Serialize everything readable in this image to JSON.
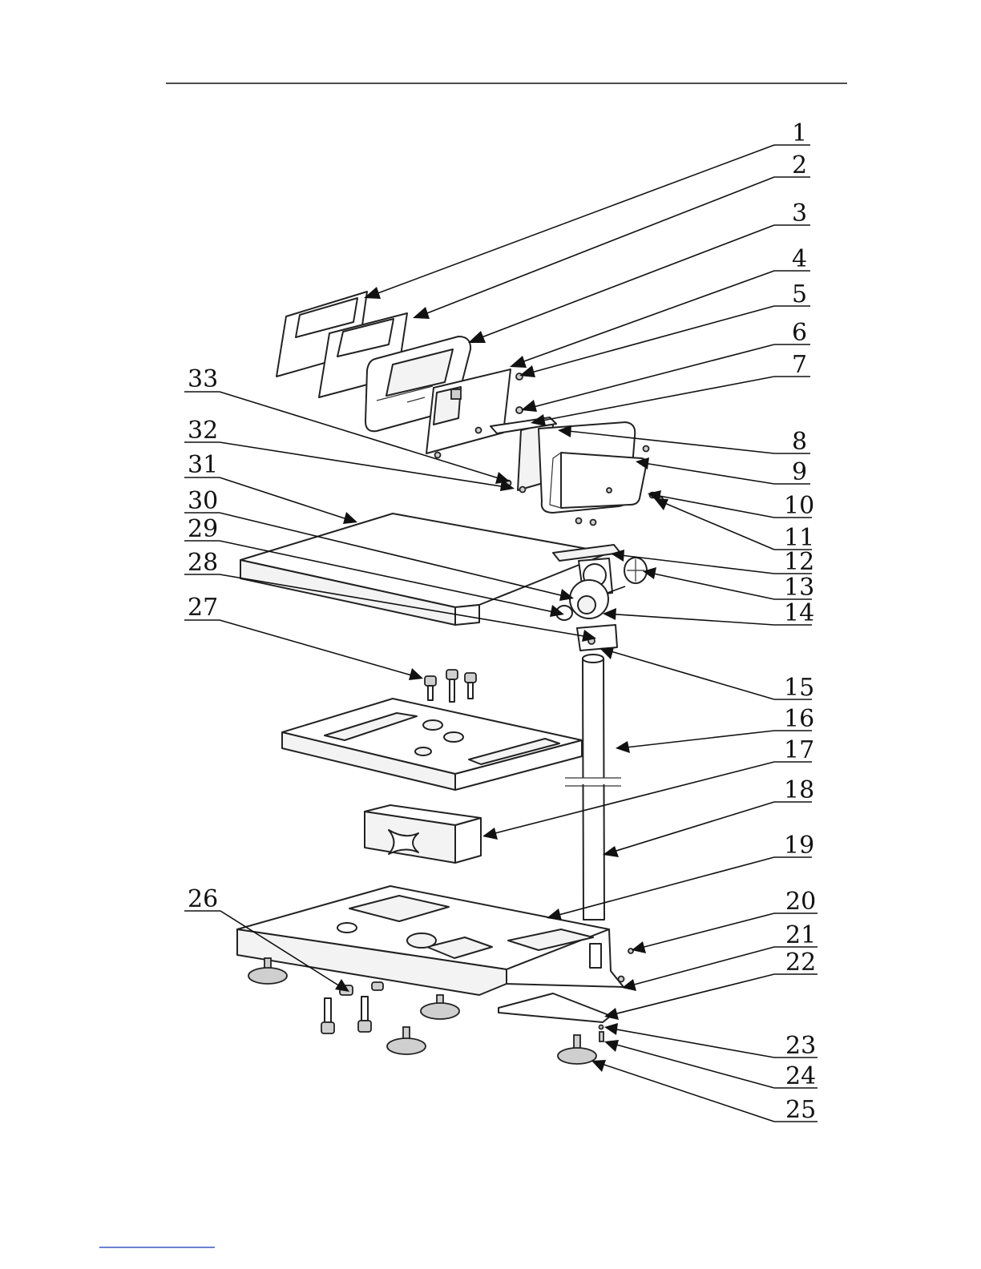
{
  "labels": {
    "p1": "1",
    "p2": "2",
    "p3": "3",
    "p4": "4",
    "p5": "5",
    "p6": "6",
    "p7": "7",
    "p8": "8",
    "p9": "9",
    "p10": "10",
    "p11": "11",
    "p12": "12",
    "p13": "13",
    "p14": "14",
    "p15": "15",
    "p16": "16",
    "p17": "17",
    "p18": "18",
    "p19": "19",
    "p20": "20",
    "p21": "21",
    "p22": "22",
    "p23": "23",
    "p24": "24",
    "p25": "25",
    "p26": "26",
    "p27": "27",
    "p28": "28",
    "p29": "29",
    "p30": "30",
    "p31": "31",
    "p32": "32",
    "p33": "33"
  },
  "colors": {
    "ink": "#111111",
    "paper": "#ffffff",
    "footer_rule": "#3a56c4"
  }
}
